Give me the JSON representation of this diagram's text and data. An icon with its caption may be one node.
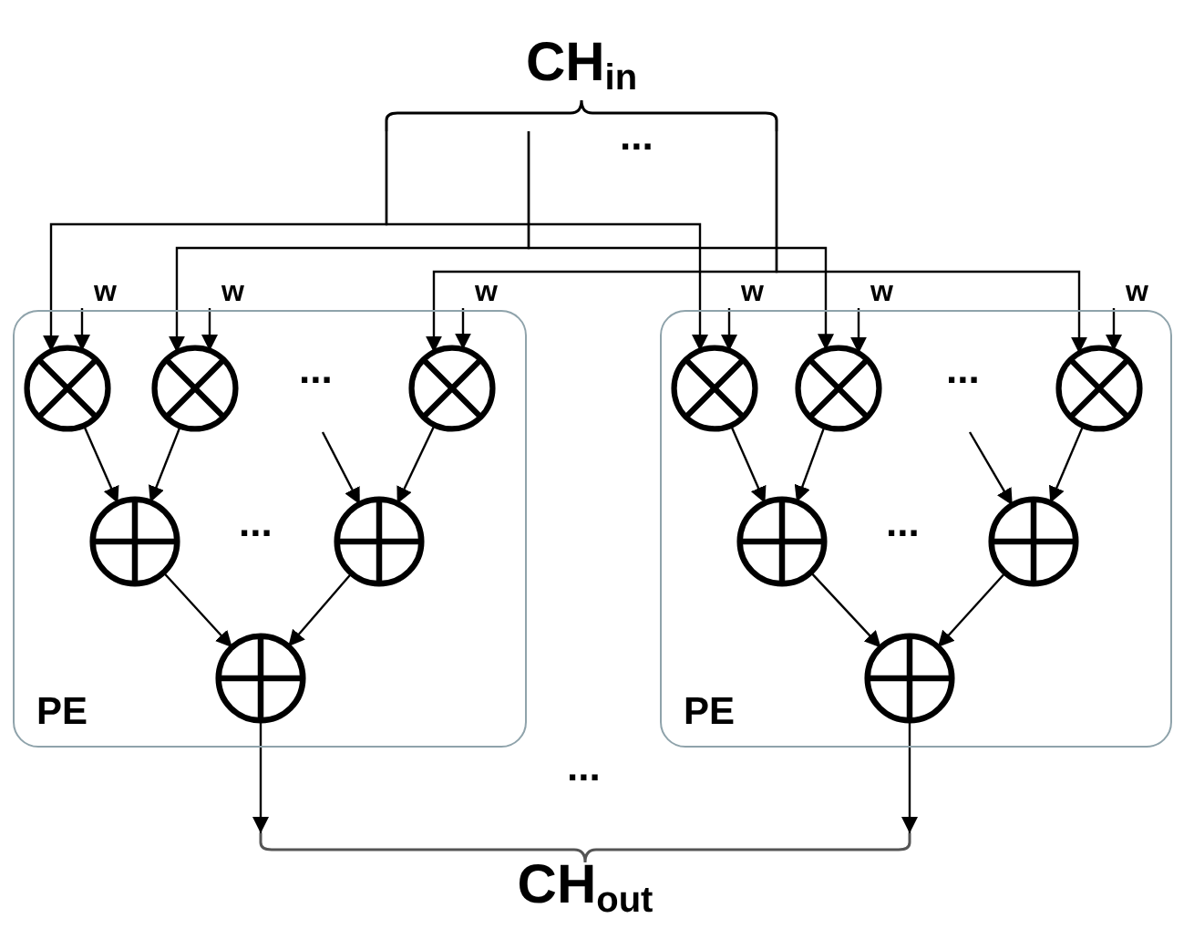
{
  "diagram": {
    "nodes": [
      {
        "text": [
          "PE"
        ]
      },
      {
        "text": [
          "PE"
        ]
      },
      {
        "text": [
          "w"
        ]
      },
      {
        "text": [
          "w"
        ]
      },
      {
        "text": [
          "w"
        ]
      },
      {
        "text": [
          "w"
        ]
      },
      {
        "text": [
          "w"
        ]
      },
      {
        "text": [
          "w"
        ]
      },
      {
        "text": [],
        "shape": "circle",
        "in": 0
      },
      {
        "text": [],
        "shape": "circle",
        "in": 0
      },
      {
        "text": [],
        "shape": "circle",
        "in": 0
      },
      {
        "text": [],
        "shape": "circle",
        "in": 0
      },
      {
        "text": [],
        "shape": "circle",
        "in": 0
      },
      {
        "text": [],
        "shape": "circle",
        "in": 0
      },
      {
        "text": [],
        "shape": "circle",
        "in": 1
      },
      {
        "text": [],
        "shape": "circle",
        "in": 1
      },
      {
        "text": [],
        "shape": "circle",
        "in": 1
      },
      {
        "text": [],
        "shape": "circle",
        "in": 1
      },
      {
        "text": [],
        "shape": "circle",
        "in": 1
      },
      {
        "text": [],
        "shape": "circle",
        "in": 1
      },
      {
        "text": [],
        "shape": "brace",
        "beside": [
          "CH$_{in}$"
        ]
      },
      {
        "text": [],
        "shape": "brace",
        "beside": [
          "CH$_{out}$"
        ]
      }
    ],
    "edges": [
      {
        "from": 20,
        "to": 8,
        "arrow": "to"
      },
      {
        "from": 20,
        "to": 14,
        "arrow": "to"
      },
      {
        "from": 20,
        "to": 9,
        "arrow": "to"
      },
      {
        "from": 20,
        "to": 15,
        "arrow": "to"
      },
      {
        "from": 20,
        "to": 10,
        "arrow": "to"
      },
      {
        "from": 20,
        "to": 16,
        "arrow": "to"
      },
      {
        "from": 2,
        "to": 8,
        "arrow": "to"
      },
      {
        "from": 3,
        "to": 9,
        "arrow": "to"
      },
      {
        "from": 4,
        "to": 10,
        "arrow": "to"
      },
      {
        "from": 5,
        "to": 14,
        "arrow": "to"
      },
      {
        "from": 6,
        "to": 15,
        "arrow": "to"
      },
      {
        "from": 7,
        "to": 16,
        "arrow": "to"
      },
      {
        "from": 8,
        "to": 11,
        "arrow": "to"
      },
      {
        "from": 9,
        "to": 11,
        "arrow": "to"
      },
      {
        "from": 10,
        "to": 12,
        "arrow": "to"
      },
      {
        "from": null,
        "to": 12,
        "arrow": "to"
      },
      {
        "from": 14,
        "to": 17,
        "arrow": "to"
      },
      {
        "from": 15,
        "to": 17,
        "arrow": "to"
      },
      {
        "from": 16,
        "to": 18,
        "arrow": "to"
      },
      {
        "from": null,
        "to": 18,
        "arrow": "to"
      },
      {
        "from": 11,
        "to": 13,
        "arrow": "to"
      },
      {
        "from": 12,
        "to": 13,
        "arrow": "to"
      },
      {
        "from": 17,
        "to": 19,
        "arrow": "to"
      },
      {
        "from": 18,
        "to": 19,
        "arrow": "to"
      },
      {
        "from": 13,
        "to": 21,
        "arrow": "to"
      },
      {
        "from": 19,
        "to": 21,
        "arrow": "to"
      }
    ],
    "labels": [
      "...",
      "...",
      "...",
      "...",
      "...",
      "..."
    ]
  }
}
